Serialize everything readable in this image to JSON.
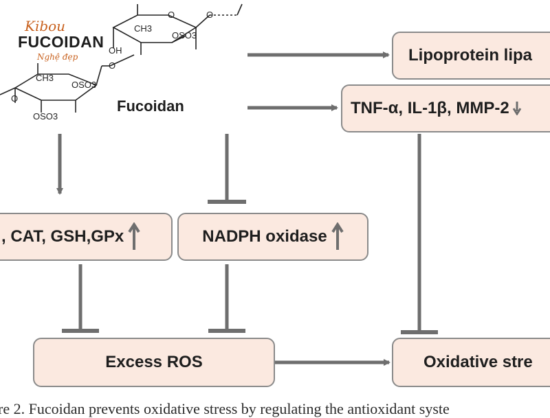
{
  "logo": {
    "script_text": "Kibou",
    "main_text": "FUCOIDAN",
    "tagline": "Nghệ đẹp",
    "accent_color": "#c8611e"
  },
  "structure": {
    "ch3_top": "CH3",
    "oh": "OH",
    "so3_top": "OSO3",
    "ch3_bottom": "CH3",
    "so3_mid": "OSO3",
    "so3_bottom": "OSO3",
    "o_label": "O"
  },
  "fucoidan_label": "Fucoidan",
  "boxes": {
    "lipoprotein": "Lipoprotein lipa",
    "tnf": "TNF-α, IL-1β, MMP-2",
    "antioxidants": ", CAT, GSH,GPx",
    "nadph": "NADPH oxidase",
    "excess_ros": "Excess ROS",
    "oxidative_stress": "Oxidative stre"
  },
  "caption": "ure 2. Fucoidan prevents oxidative stress by regulating the antioxidant syste",
  "colors": {
    "box_fill": "#fbe9e0",
    "box_border": "#8a8a8a",
    "arrow": "#6e6e6e"
  }
}
